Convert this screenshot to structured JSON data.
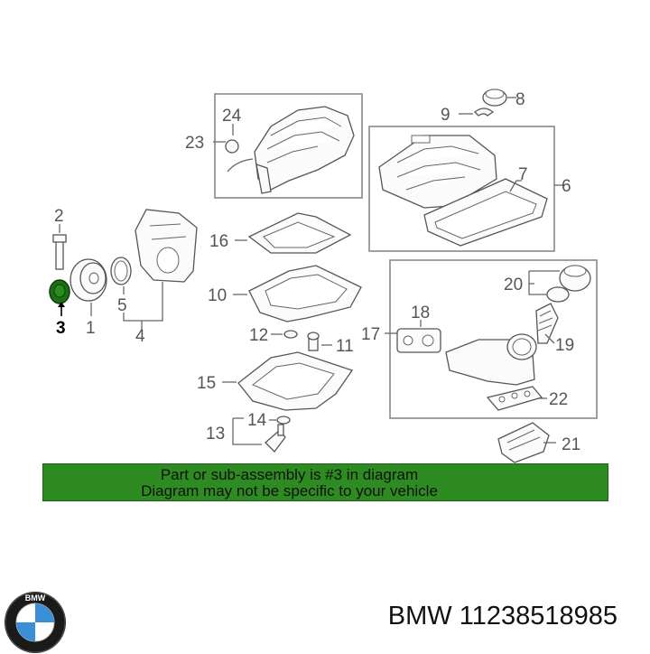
{
  "callouts": {
    "c1": "1",
    "c2": "2",
    "c3": "3",
    "c4": "4",
    "c5": "5",
    "c6": "6",
    "c7": "7",
    "c8": "8",
    "c9": "9",
    "c10": "10",
    "c11": "11",
    "c12": "12",
    "c13": "13",
    "c14": "14",
    "c15": "15",
    "c16": "16",
    "c17": "17",
    "c18": "18",
    "c19": "19",
    "c20": "20",
    "c21": "21",
    "c22": "22",
    "c23": "23",
    "c24": "24"
  },
  "highlight_color": "#2e8b22",
  "banner": {
    "line1": "Part or sub-assembly is #3 in diagram",
    "line2": "Diagram may not be specific to your vehicle"
  },
  "logo": {
    "icon": "bmw-roundel-logo",
    "text": "BMW"
  },
  "part_number": "BMW 11238518985"
}
